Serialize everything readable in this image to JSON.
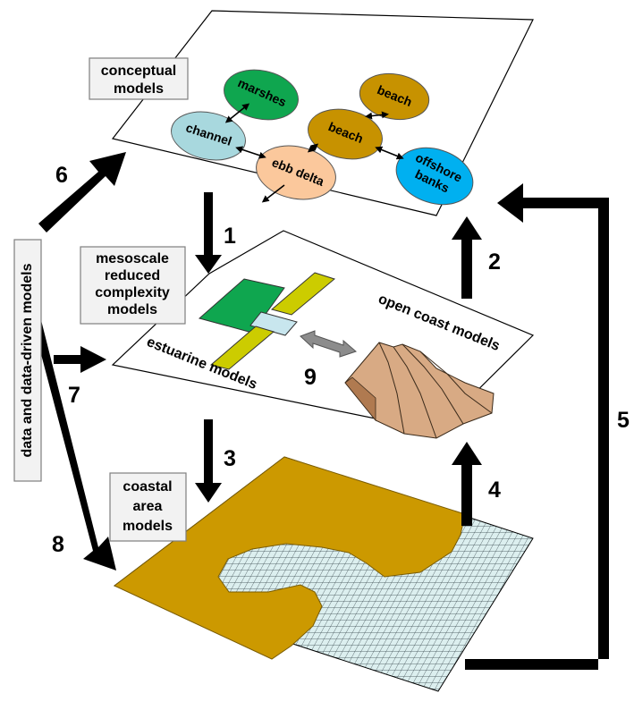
{
  "labels": {
    "conceptual": [
      "conceptual",
      "models"
    ],
    "mesoscale": [
      "mesoscale",
      "reduced",
      "complexity",
      "models"
    ],
    "coastal": [
      "coastal",
      "area",
      "models"
    ],
    "data_models": "data and data-driven models",
    "estuarine": "estuarine models",
    "open_coast": "open coast models"
  },
  "nodes": {
    "marshes": "marshes",
    "channel": "channel",
    "beach_top": "beach",
    "beach_mid": "beach",
    "ebb_delta": "ebb delta",
    "offshore_banks": [
      "offshore",
      "banks"
    ]
  },
  "arrows": {
    "a1": "1",
    "a2": "2",
    "a3": "3",
    "a4": "4",
    "a5": "5",
    "a6": "6",
    "a7": "7",
    "a8": "8",
    "a9": "9"
  },
  "colors": {
    "marshes": "#0fa64f",
    "channel": "#a8d8de",
    "beach": "#c79200",
    "ebb_delta": "#fbc89c",
    "offshore_banks": "#00b0f0",
    "mesoscale_green": "#0fa64f",
    "mesoscale_yellow": "#cccc00",
    "mesoscale_blue": "#c8e6ee",
    "land": "#cc9900",
    "water_grid": "#dcefef",
    "open_coast_surface": "#d8aa84"
  }
}
